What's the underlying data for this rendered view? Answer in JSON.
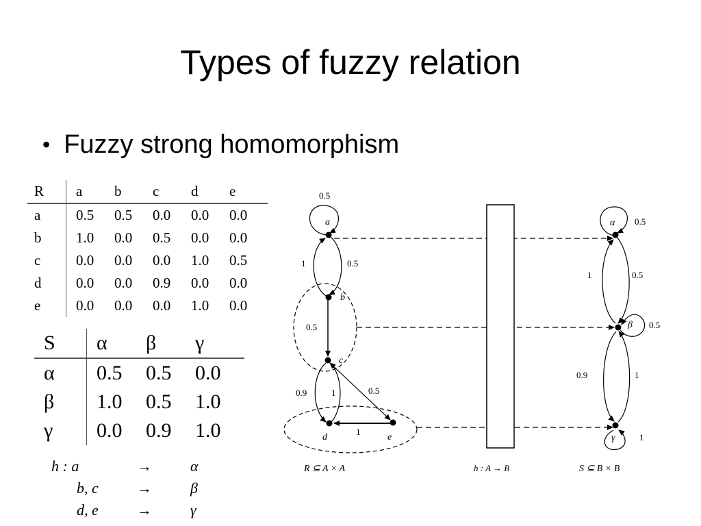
{
  "slide": {
    "title": "Types of fuzzy relation",
    "bullet": "Fuzzy strong homomorphism",
    "bullet_symbol": "•"
  },
  "table_r": {
    "corner": "R",
    "columns": [
      "a",
      "b",
      "c",
      "d",
      "e"
    ],
    "rows": [
      {
        "label": "a",
        "values": [
          "0.5",
          "0.5",
          "0.0",
          "0.0",
          "0.0"
        ]
      },
      {
        "label": "b",
        "values": [
          "1.0",
          "0.0",
          "0.5",
          "0.0",
          "0.0"
        ]
      },
      {
        "label": "c",
        "values": [
          "0.0",
          "0.0",
          "0.0",
          "1.0",
          "0.5"
        ]
      },
      {
        "label": "d",
        "values": [
          "0.0",
          "0.0",
          "0.9",
          "0.0",
          "0.0"
        ]
      },
      {
        "label": "e",
        "values": [
          "0.0",
          "0.0",
          "0.0",
          "1.0",
          "0.0"
        ]
      }
    ]
  },
  "table_s": {
    "corner": "S",
    "columns": [
      "α",
      "β",
      "γ"
    ],
    "rows": [
      {
        "label": "α",
        "values": [
          "0.5",
          "0.5",
          "0.0"
        ]
      },
      {
        "label": "β",
        "values": [
          "1.0",
          "0.5",
          "1.0"
        ]
      },
      {
        "label": "γ",
        "values": [
          "0.0",
          "0.9",
          "1.0"
        ]
      }
    ]
  },
  "mapping": [
    {
      "from": "h : a",
      "arrow": "→",
      "to": "α"
    },
    {
      "from": "b, c",
      "arrow": "→",
      "to": "β"
    },
    {
      "from": "d, e",
      "arrow": "→",
      "to": "γ"
    }
  ],
  "diagram": {
    "left_nodes": [
      "a",
      "b",
      "c",
      "d",
      "e"
    ],
    "right_nodes": [
      "α",
      "β",
      "γ"
    ],
    "left_edge_labels": {
      "a_loop": "0.5",
      "b_to_a": "1",
      "a_to_b": "0.5",
      "b_to_c": "0.5",
      "c_to_d": "0.9",
      "d_to_c": "1",
      "c_to_e": "0.5",
      "e_to_d": "1"
    },
    "right_edge_labels": {
      "alpha_loop": "0.5",
      "beta_to_alpha": "1",
      "alpha_to_beta": "0.5",
      "beta_loop": "0.5",
      "beta_to_gamma": "0.9",
      "gamma_to_beta": "1",
      "gamma_loop": "1"
    },
    "captions": {
      "left": "R ⊆ A × A",
      "middle": "h : A → B",
      "right": "S ⊆ B × B"
    }
  }
}
